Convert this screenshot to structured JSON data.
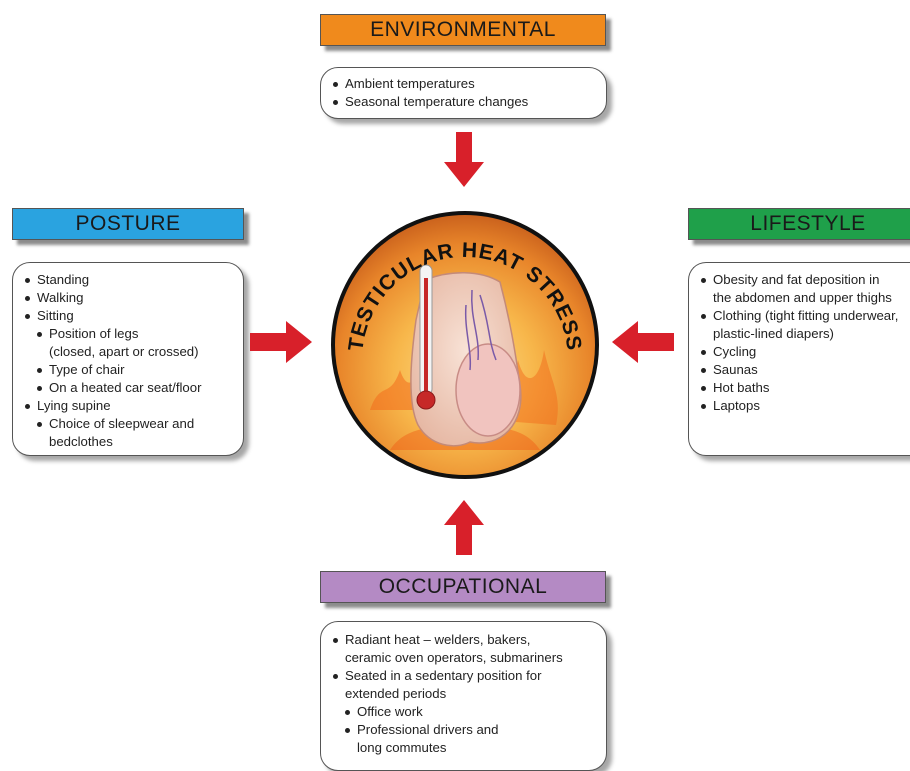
{
  "center_title": "TESTICULAR HEAT STRESS",
  "environmental": {
    "title": "ENVIRONMENTAL",
    "color": "#f08a1c",
    "items": [
      "Ambient temperatures",
      "Seasonal temperature changes"
    ]
  },
  "posture": {
    "title": "POSTURE",
    "color": "#2aa3e0",
    "items": [
      "Standing",
      "Walking",
      "Sitting",
      "Position of legs",
      "(closed, apart or crossed)",
      "Type of chair",
      "On a heated car seat/floor",
      "Lying supine",
      "Choice of sleepwear and",
      "bedclothes"
    ]
  },
  "lifestyle": {
    "title": "LIFESTYLE",
    "color": "#1fa04a",
    "items": [
      "Obesity and fat deposition in",
      "the abdomen and upper thighs",
      "Clothing (tight fitting underwear,",
      "plastic-lined diapers)",
      "Cycling",
      "Saunas",
      "Hot baths",
      "Laptops"
    ]
  },
  "occupational": {
    "title": "OCCUPATIONAL",
    "color": "#b48ac4",
    "items": [
      "Radiant heat – welders, bakers,",
      "ceramic oven operators, submariners",
      "Seated in a sedentary position for",
      "extended periods",
      "Office work",
      "Professional drivers and",
      "long commutes"
    ]
  },
  "arrow_color": "#d8202a"
}
